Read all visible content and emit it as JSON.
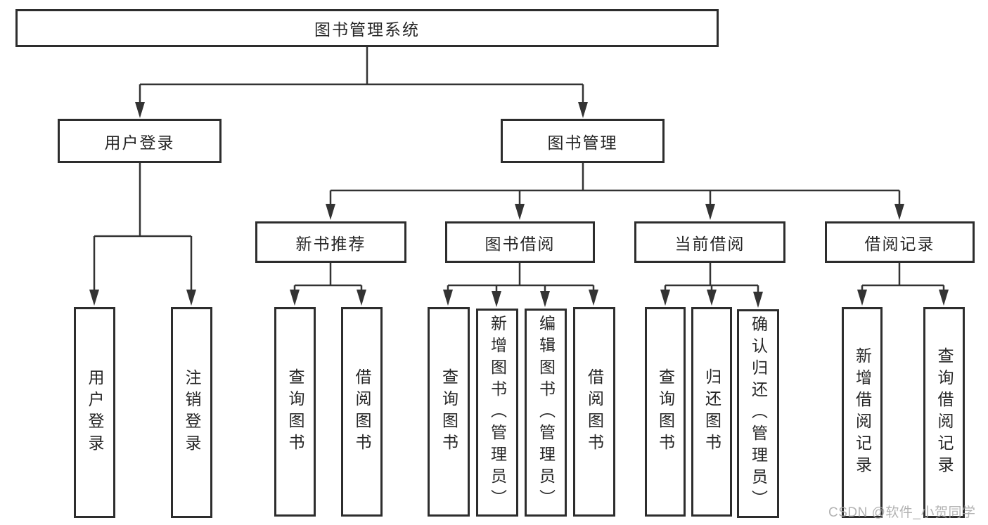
{
  "nodes": {
    "root": "图书管理系统",
    "user_login": "用户登录",
    "book_management": "图书管理",
    "new_book_recommend": "新书推荐",
    "book_borrowing": "图书借阅",
    "current_borrowing": "当前借阅",
    "borrowing_records": "借阅记录",
    "leaf_user_login": "用户登录",
    "leaf_logout": "注销登录",
    "leaf_newrec_query_books": "查询图书",
    "leaf_newrec_borrow_books": "借阅图书",
    "leaf_borrow_query_books": "查询图书",
    "leaf_borrow_add_books": "新增图书（管理员）",
    "leaf_borrow_edit_books": "编辑图书（管理员）",
    "leaf_borrow_borrow_books": "借阅图书",
    "leaf_current_query_books": "查询图书",
    "leaf_current_return_books": "归还图书",
    "leaf_current_confirm_return": "确认归还（管理员）",
    "leaf_records_add_record": "新增借阅记录",
    "leaf_records_query_record": "查询借阅记录"
  },
  "watermark": "CSDN @软件_小贺同学",
  "colors": {
    "line": "#333333",
    "box_border": "#2d2d2d",
    "text": "#262626",
    "background": "#ffffff",
    "watermark": "#a8a8a8"
  }
}
